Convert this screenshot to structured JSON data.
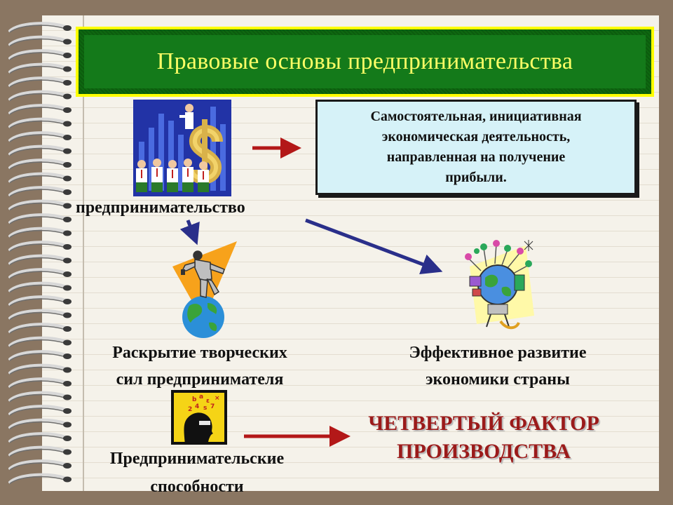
{
  "title": "Правовые основы предпринимательства",
  "definition": {
    "lines": [
      "Самостоятельная, инициативная",
      "экономическая деятельность,",
      "направленная на получение",
      "прибыли."
    ]
  },
  "labels": {
    "entrepreneurship": "предпринимательство",
    "creative_line1": "Раскрытие творческих",
    "creative_line2": "сил предпринимателя",
    "development_line1": "Эффективное развитие",
    "development_line2": "экономики страны",
    "abilities_line1": "Предпринимательские",
    "abilities_line2": "способности",
    "factor_line1": "ЧЕТВЕРТЫЙ ФАКТОР",
    "factor_line2": "ПРОИЗВОДСТВА"
  },
  "colors": {
    "title_frame": "#ffff00",
    "title_bg": "#147a1a",
    "title_text": "#ffff66",
    "definition_bg": "#d6f2f8",
    "arrow_red": "#b31818",
    "arrow_blue": "#2a2f8a",
    "factor_text": "#9b1a1a"
  },
  "icons": [
    "business-people-dollar-icon",
    "runner-globe-icon",
    "tech-globe-icon",
    "thinking-head-icon"
  ]
}
